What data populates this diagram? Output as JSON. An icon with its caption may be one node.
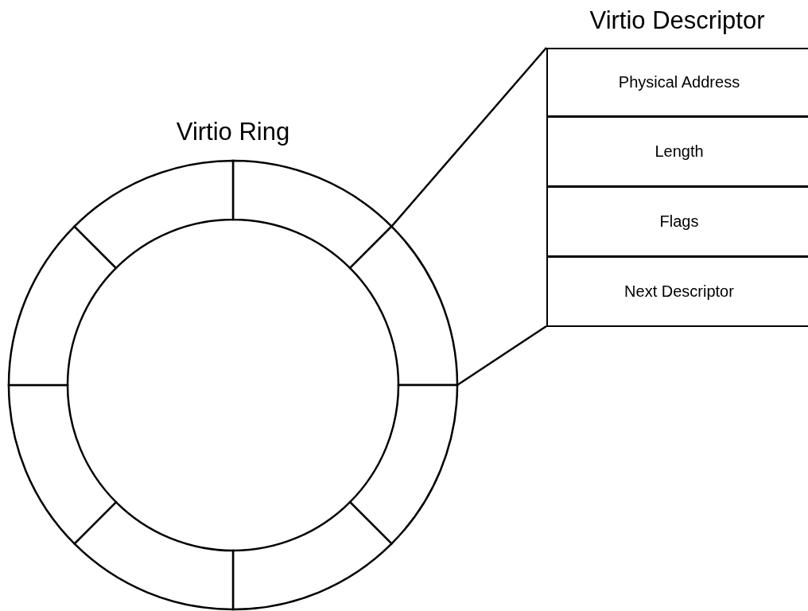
{
  "diagram": {
    "nodes": [
      {
        "text": [
          "Virtio Ring"
        ]
      },
      {
        "text": [],
        "shape": "segment",
        "in": 0
      },
      {
        "text": [],
        "shape": "segment",
        "in": 0
      },
      {
        "text": [],
        "shape": "segment",
        "in": 0
      },
      {
        "text": [],
        "shape": "segment",
        "in": 0
      },
      {
        "text": [],
        "shape": "segment",
        "in": 0
      },
      {
        "text": [],
        "shape": "segment",
        "in": 0
      },
      {
        "text": [],
        "shape": "segment",
        "in": 0
      },
      {
        "text": [],
        "shape": "segment",
        "in": 0
      },
      {
        "text": [
          "Virtio Descriptor"
        ]
      },
      {
        "text": [
          "Physical Address"
        ],
        "in": 9
      },
      {
        "text": [
          "Length"
        ],
        "in": 9
      },
      {
        "text": [
          "Flags"
        ],
        "in": 9
      },
      {
        "text": [
          "Next Descriptor"
        ],
        "in": 9
      }
    ],
    "edges": [
      {
        "from": 2,
        "to": 9,
        "arrow": "none"
      },
      {
        "from": 2,
        "to": 9,
        "arrow": "none"
      }
    ]
  }
}
